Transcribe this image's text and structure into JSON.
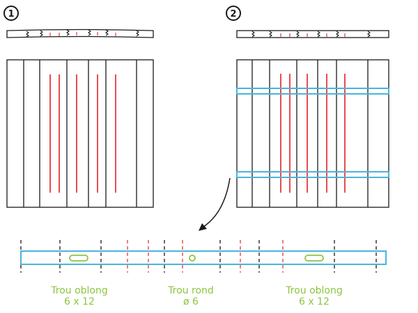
{
  "steps": [
    {
      "number": "1"
    },
    {
      "number": "2"
    }
  ],
  "labels": {
    "oblong_left": {
      "line1": "Trou oblong",
      "line2": "6 x 12"
    },
    "round": {
      "line1": "Trou rond",
      "line2": "ø 6"
    },
    "oblong_right": {
      "line1": "Trou oblong",
      "line2": "6 x 12"
    }
  },
  "colors": {
    "outline": "#1a1a1a",
    "red_line": "#e5383b",
    "blue_batten": "#4ab4dd",
    "green_label": "#8cc63f"
  }
}
